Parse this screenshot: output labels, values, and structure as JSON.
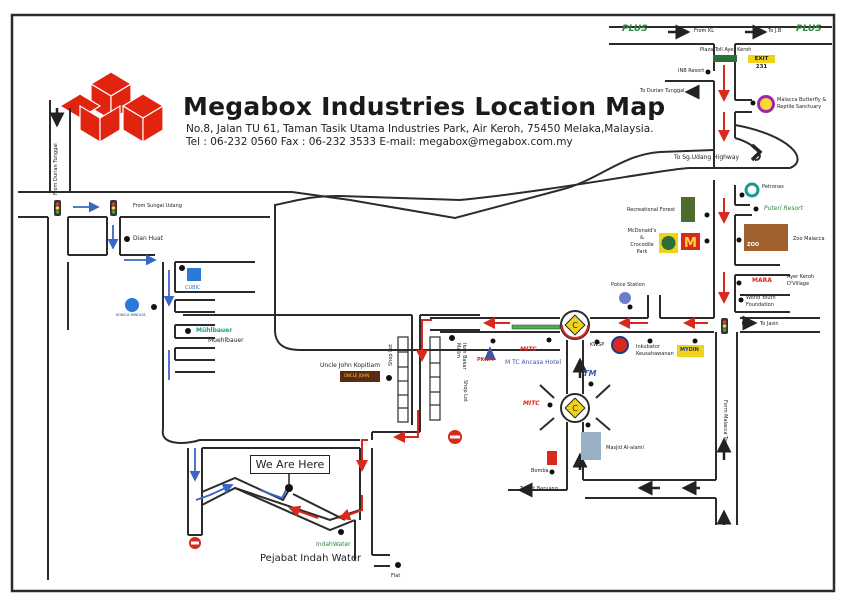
{
  "header": {
    "title": "Megabox Industries Location Map",
    "address": "No.8, Jalan TU 61, Taman Tasik Utama Industries Park, Air Keroh, 75450 Melaka,Malaysia.",
    "contact": "Tel : 06-232 0560  Fax : 06-232 3533  E-mail: megabox@megabox.com.my"
  },
  "colors": {
    "logo_red": "#e0240f",
    "road": "#2b2b2b",
    "route_red": "#d9281c",
    "route_blue": "#3a66c9",
    "plus_green": "#2a8a3a",
    "exit_yellow": "#f1d21a"
  },
  "highway": {
    "plus_left": "PLUS",
    "plus_right": "PLUS",
    "from_kl": "From KL",
    "to_jb": "To J.B",
    "toll": "Plaza Toll Ayer Keroh",
    "exit": "EXIT 231",
    "inb_resort": "INB Resort",
    "to_durian_tunggal": "To Durian Tunggal",
    "butterfly": [
      "Malacca Butterfly &",
      "Reptile Sanctuary"
    ],
    "to_sg_udang": "To Sg.Udang Highway"
  },
  "right_side": {
    "petronas": "Petronas",
    "puteri_resort": "Puteri Resort",
    "recreational_forest": "Recreational Forest",
    "mcdonalds": [
      "McDonald's",
      "&",
      "Crocodile",
      "Park"
    ],
    "zoo": "Zoo Malacca",
    "zoo_logo": "ZOO",
    "ayer_keroh": [
      "Ayer Keroh",
      "D'Village"
    ],
    "world_youth": [
      "World Youth",
      "Foundation"
    ],
    "to_jasin": "To Jasin",
    "from_malacca": "Form Malacca Town",
    "police": "Police Station",
    "mitc_hotel": "M TC Ancasa Hotel",
    "kwsp": "KWSP",
    "inkubator": [
      "Inkubator",
      "Keusahawanan"
    ],
    "mydin": "MYDIN",
    "tm": "TM",
    "mitc": "MITC",
    "pknm": "PKNM",
    "masjid": "Masjid Al-alami",
    "bomba": "Bomba",
    "to_bkt_beruang": "To Bkt Beruang"
  },
  "left_side": {
    "from_durian_tunggal": "From Durian Tunggal",
    "from_sungai_udang": "From Sungai Udang",
    "dian_huat": "Dian Huat",
    "cubic": "CUBIC",
    "konica": "KONICA MINOLTA",
    "muehlbauer_logo": "Mühlbauer",
    "muehlbauer": "Muehlbauer",
    "uncle_john": "Uncle John Kopitiam",
    "uncle_john_logo": "UNCLE JOHN",
    "shop_lot_1": "Shop Lot",
    "shop_lot_2": "Shop Lot",
    "ikan_bakar": [
      "Ikan Bakar",
      "Malim"
    ],
    "no_entry": "NO ENTRY"
  },
  "bottom": {
    "we_are_here": "We Are Here",
    "indah_water_logo": "IndahWater",
    "pejabat": "Pejabat Indah Water",
    "flat": "Flat"
  }
}
